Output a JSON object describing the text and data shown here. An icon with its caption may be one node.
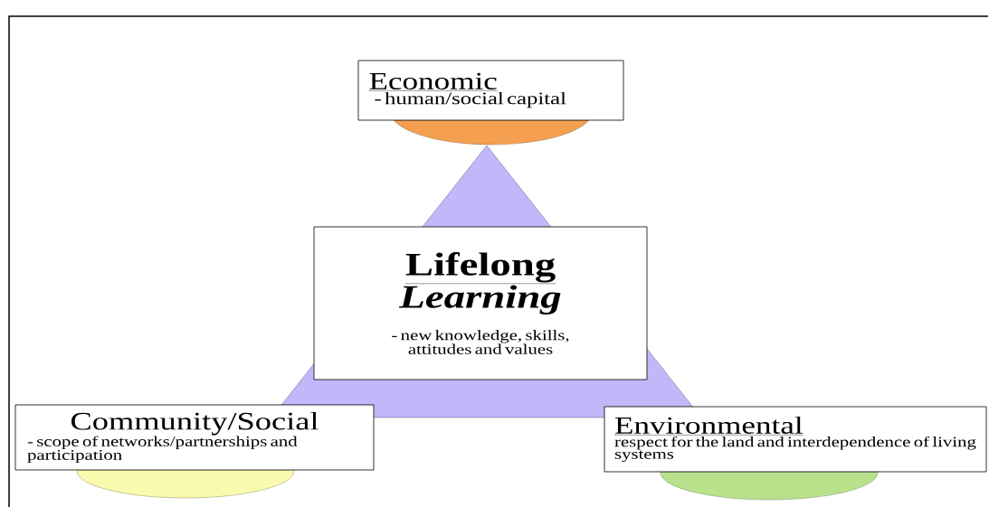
{
  "diagram": {
    "nodes": [
      {
        "text": [
          "Economic",
          "- human/social capital"
        ]
      },
      {
        "text": [
          "Lifelong",
          "Learning",
          "- new knowledge, skills, attitudes and values"
        ]
      },
      {
        "text": [
          "Community/Social",
          "- scope of networks/partnerships and participation"
        ]
      },
      {
        "text": [
          "Environmental",
          "respect for the land and interdependence of living systems"
        ]
      },
      {
        "text": [],
        "shape": "ellipse"
      },
      {
        "text": [],
        "shape": "ellipse"
      },
      {
        "text": [],
        "shape": "ellipse"
      }
    ]
  }
}
